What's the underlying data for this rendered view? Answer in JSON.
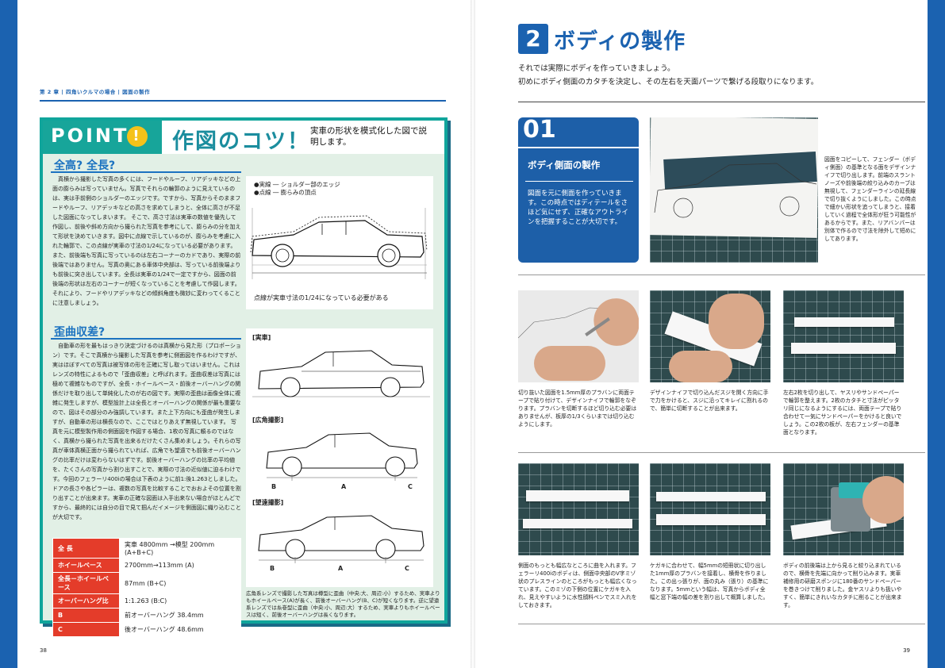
{
  "left_page": {
    "running_header": "第 2 章 | 四角いクルマの場合 | 図面の製作",
    "point": {
      "label": "POINT",
      "bang": "!",
      "title": "作図のコツ！",
      "subtitle": "実車の形状を模式化した図で説明します。"
    },
    "section1": {
      "heading": "全高? 全長?",
      "text": "真横から撮影した写真の多くには、フードやルーフ、リアデッキなどの上面の膨らみは写っていません。写真でそれらの輪郭のように見えているのは、実は手前側のショルダーのエッジです。ですから、写真からそのままフードやルーフ、リアデッキなどの高さを求めてしまうと、全体に高さが不足した図面になってしまいます。 そこで、高さ寸法は実車の数値を優先して作図し、前後や斜め方向から撮られた写真を参考にして、膨らみの分を加えて形状を決めていきます。図中に点線で示しているのが、膨らみを考慮に入れた輪郭で、この点線が実車の寸法の1/24になっている必要があります。 また、前後端も写真に写っているのは左右コーナーのカドであり、実際の前後端ではありません。写真の奥にある車体中央部は、写っている前後端よりも前後に突き出しています。全長は実車の1/24で一定ですから、図面の前後端の形状は左右のコーナーが短くなっていることを考慮して作図します。それにより、フードやリアデッキなどの傾斜角度も微妙に変わってくることに注意しましょう。"
    },
    "fig1": {
      "legend1": "●実線 ― ショルダー部のエッジ",
      "legend2": "●点線 ― 膨らみの頂点",
      "caption": "点線が実車寸法の1/24になっている必要がある"
    },
    "section2": {
      "heading": "歪曲収差?",
      "text": "自動車の形を最もはっきり決定づけるのは真横から見た形（プロポーション）です。そこで真横から撮影した写真を参考に側面図を作るわけですが、実はほぼすべての写真は被写体の形を正確に写し取ってはいません。これはレンズの特性によるもので「歪曲収差」と呼ばれます。歪曲収差は写真には極めて複雑なものですが、全長・ホイールベース・前後オーバーハングの関係だけを取り出して単純化したのが右の図です。実際の歪曲は画像全体に複雑に発生しますが、模型設計上は全長とオーバーハングの関係が最も重要なので、図はその部分のみ強調しています。また上下方向にも歪曲が発生しますが、自動車の形は横長なので、ここではとりあえず無視しています。 写真を元に模型製作用の側面図を作図する場合、1枚の写真に頼るのではなく、真横から撮られた写真を出来るだけたくさん集めましょう。それらの写真が車体真横正面から撮られていれば、広角でも望遠でも前後オーバーハングの比率だけは変わらないはずです。前後オーバーハングの比率の平均値を、たくさんの写真から割り出すことで、実際の寸法の近似値に迫るわけです。今回のフェラーリ400iの場合は下表のように前1:後1.263としました。 ドアの長さや各ピラーは、複数の写真を比較することでおおよその位置を割り出すことが出来ます。実車の正確な図面は入手出来ない場合がほとんどですから、最終的には自分の目で見て掴んだイメージを側面図に織り込むことが大切です。"
    },
    "fig2": {
      "label_actual": "[実車]",
      "label_wide": "[広角撮影]",
      "label_tele": "[望遠撮影]",
      "dim_b": "B",
      "dim_a": "A",
      "dim_c": "C",
      "caption": "広角系レンズで撮影した写真は樽型に歪曲（中央:大、周辺:小）するため、実車よりもホイールベース(A)が長く、前後オーバーハング(B、C)が短くなります。逆に望遠系レンズでは糸巻型に歪曲（中央:小、周辺:大）するため、実車よりもホイールベースは短く、前後オーバーハングは長くなります。"
    },
    "spec_table": [
      {
        "key": "全 長",
        "value": "実車 4800mm →模型 200mm (A+B+C)"
      },
      {
        "key": "ホイールベース",
        "value": "2700mm→113mm (A)"
      },
      {
        "key": "全長－ホイールベース",
        "value": "87mm (B+C)"
      },
      {
        "key": "オーバーハング比",
        "value": "1:1.263 (B:C)"
      },
      {
        "key": "B",
        "value": "前オーバーハング 38.4mm"
      },
      {
        "key": "C",
        "value": "後オーバーハング 48.6mm"
      }
    ],
    "page_number": "38"
  },
  "right_page": {
    "step_number": "2",
    "step_title": "ボディの製作",
    "intro_line1": "それでは実際にボディを作っていきましょう。",
    "intro_line2": "初めにボディ側面のカタチを決定し、その左右を天面パーツで繋げる段取りになります。",
    "card": {
      "number": "01",
      "title": "ボディ側面の製作",
      "text": "図面を元に側面を作っていきます。この時点ではディテールをさほど気にせず、正確なアウトラインを把握することが大切です。"
    },
    "captions": {
      "drawing": "図面をコピーして、フェンダー（ボディ側面）の基準となる面をデザインナイフで切り出します。前端のスラントノーズや前後端の絞り込みのカーブは無視して、フェンダーラインの延長線で切り抜くようにしました。この時点で細かい形状を追ってしまうと、接着していく過程で全体形が狂う可能性があるからです。また、リアバンパーは別体で作るので寸法を除外して短めにしてあります。",
      "cut_paper": "切り抜いた図面を1.5mm厚のプラバンに両面テープで貼り付けて、デザインナイフで輪郭をなぞります。プラバンを切断するほど切り込む必要はありませんが、板厚の1/3くらいまでは切り込むようにします。",
      "snap": "デザインナイフで切り込んだスジを開く方向に手で力をかけると、スジに沿ってキレイに割れるので、簡単に切断することが出来ます。",
      "two_strips": "左右2枚を切り出して、ヤスリやサンドペーパーで輪郭を整えます。2枚のカタチと寸法がピッタリ同じになるようにするには、両面テープで貼り合わせて一気にサンドペーパーをかけると良いでしょう。この2枚の板が、左右フェンダーの基準面となります。",
      "bend": "側面のもっとも幅広なところに曲を入れます。フェラーリ400iのボディは、側面中央部のV字ミゾ状のプレスラインのところがもっとも幅広くなっています。このミゾの下側の位置にケガキを入れ、見えやすいように水性顔料ペンでスミ入れをしておきます。",
      "glue": "ケガキに合わせて、幅5mmの短冊状に切り出した1mm厚のプラバンを接着し、横骨を作りました。この出っ張りが、面の丸み（張り）の基準になります。5mmという幅は、写真からボディ全幅と窓下端の幅の差を割り出して概算しました。",
      "sand": "ボディの前後端は上から見ると絞り込まれているので、横骨を先端に向かって削り込みます。実車補修用の研磨スポンジに180番のサンドペーパーを巻きつけて削りました。金ヤスリよりも扱いやすく、簡単にきれいなカタチに削ることが出来ます。"
    },
    "page_number": "39"
  }
}
